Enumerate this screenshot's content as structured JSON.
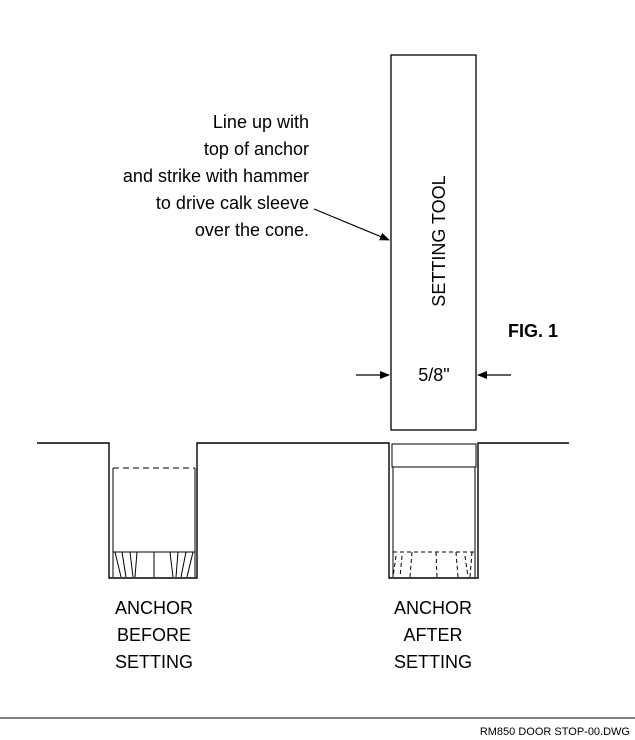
{
  "note": {
    "lines": [
      "Line up with",
      "top of anchor",
      "and strike with hammer",
      "to drive calk sleeve",
      "over the cone."
    ]
  },
  "tool_label": "SETTING TOOL",
  "figure_label": "FIG. 1",
  "dimension_label": "5/8\"",
  "anchor_before": {
    "lines": [
      "ANCHOR",
      "BEFORE",
      "SETTING"
    ]
  },
  "anchor_after": {
    "lines": [
      "ANCHOR",
      "AFTER",
      "SETTING"
    ]
  },
  "drawing_file": "RM850 DOOR STOP-00.DWG"
}
